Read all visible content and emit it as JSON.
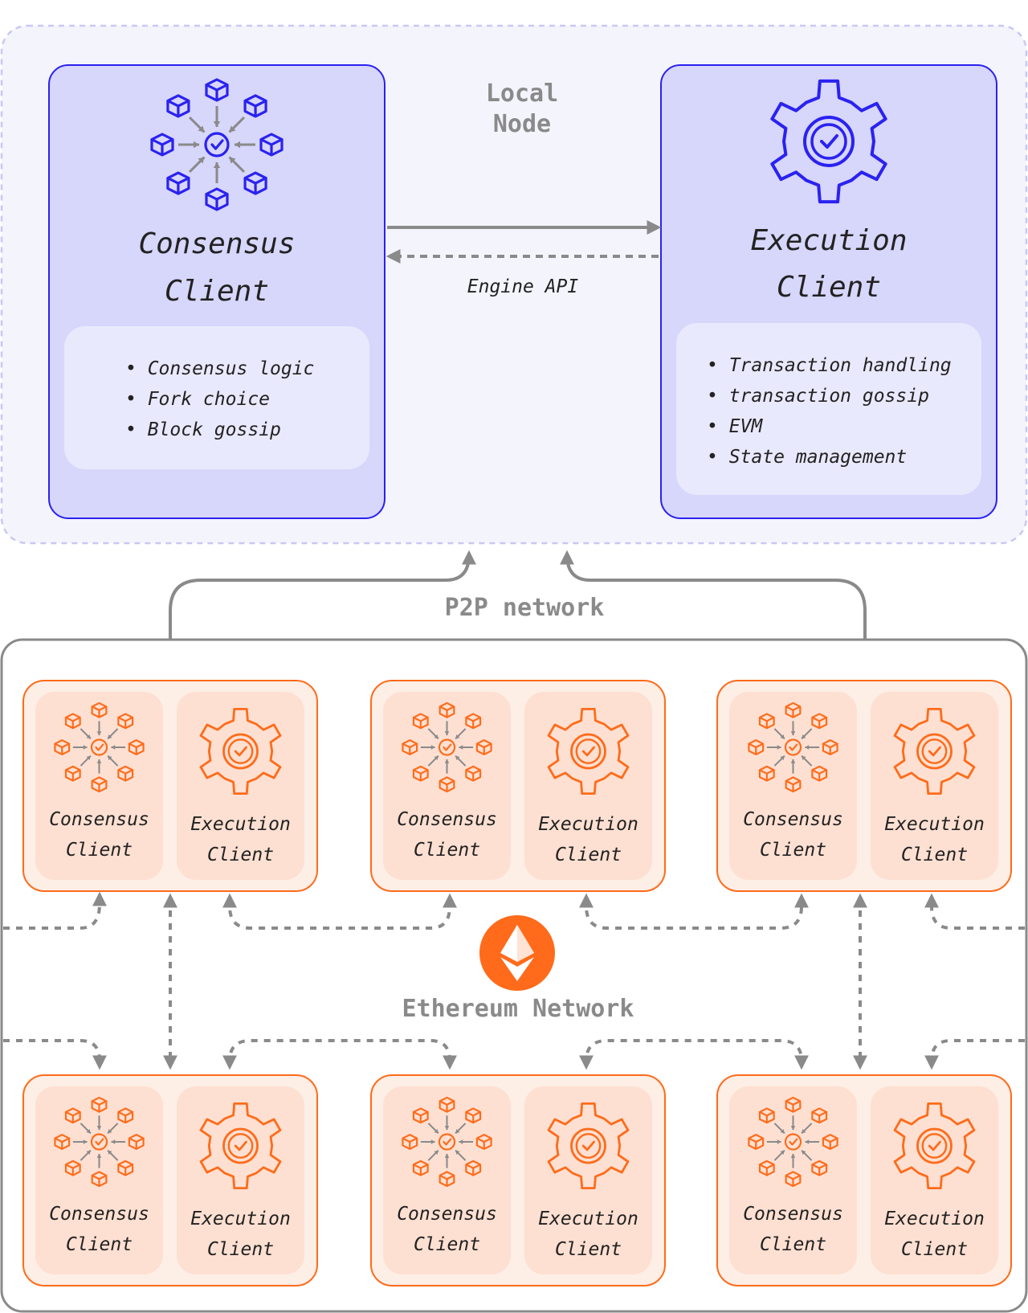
{
  "colors": {
    "blue_accent": "#2a22f0",
    "blue_panel": "#d7d6fb",
    "blue_inner": "#e9e9fd",
    "local_bg": "#f4f4fd",
    "local_border": "#c9c8f4",
    "orange_accent": "#ff6b1a",
    "orange_box": "#fdeee6",
    "orange_card": "#fde0d2",
    "gray": "#8a8a8a",
    "text": "#222222"
  },
  "local_node": {
    "title_line1": "Local",
    "title_line2": "Node",
    "consensus": {
      "icon": "network-consensus-icon",
      "title_line1": "Consensus",
      "title_line2": "Client",
      "bullets": [
        "• Consensus logic",
        "• Fork choice",
        "• Block gossip"
      ]
    },
    "execution": {
      "icon": "gear-check-icon",
      "title_line1": "Execution",
      "title_line2": "Client",
      "bullets": [
        "• Transaction handling",
        "• transaction gossip",
        "• EVM",
        "• State management"
      ]
    },
    "engine_api_label": "Engine API"
  },
  "p2p_label": "P2P network",
  "ethereum_network": {
    "label": "Ethereum Network",
    "logo_icon": "ethereum-logo-icon",
    "nodes": [
      {
        "consensus_line1": "Consensus",
        "consensus_line2": "Client",
        "execution_line1": "Execution",
        "execution_line2": "Client"
      },
      {
        "consensus_line1": "Consensus",
        "consensus_line2": "Client",
        "execution_line1": "Execution",
        "execution_line2": "Client"
      },
      {
        "consensus_line1": "Consensus",
        "consensus_line2": "Client",
        "execution_line1": "Execution",
        "execution_line2": "Client"
      },
      {
        "consensus_line1": "Consensus",
        "consensus_line2": "Client",
        "execution_line1": "Execution",
        "execution_line2": "Client"
      },
      {
        "consensus_line1": "Consensus",
        "consensus_line2": "Client",
        "execution_line1": "Execution",
        "execution_line2": "Client"
      },
      {
        "consensus_line1": "Consensus",
        "consensus_line2": "Client",
        "execution_line1": "Execution",
        "execution_line2": "Client"
      }
    ]
  }
}
